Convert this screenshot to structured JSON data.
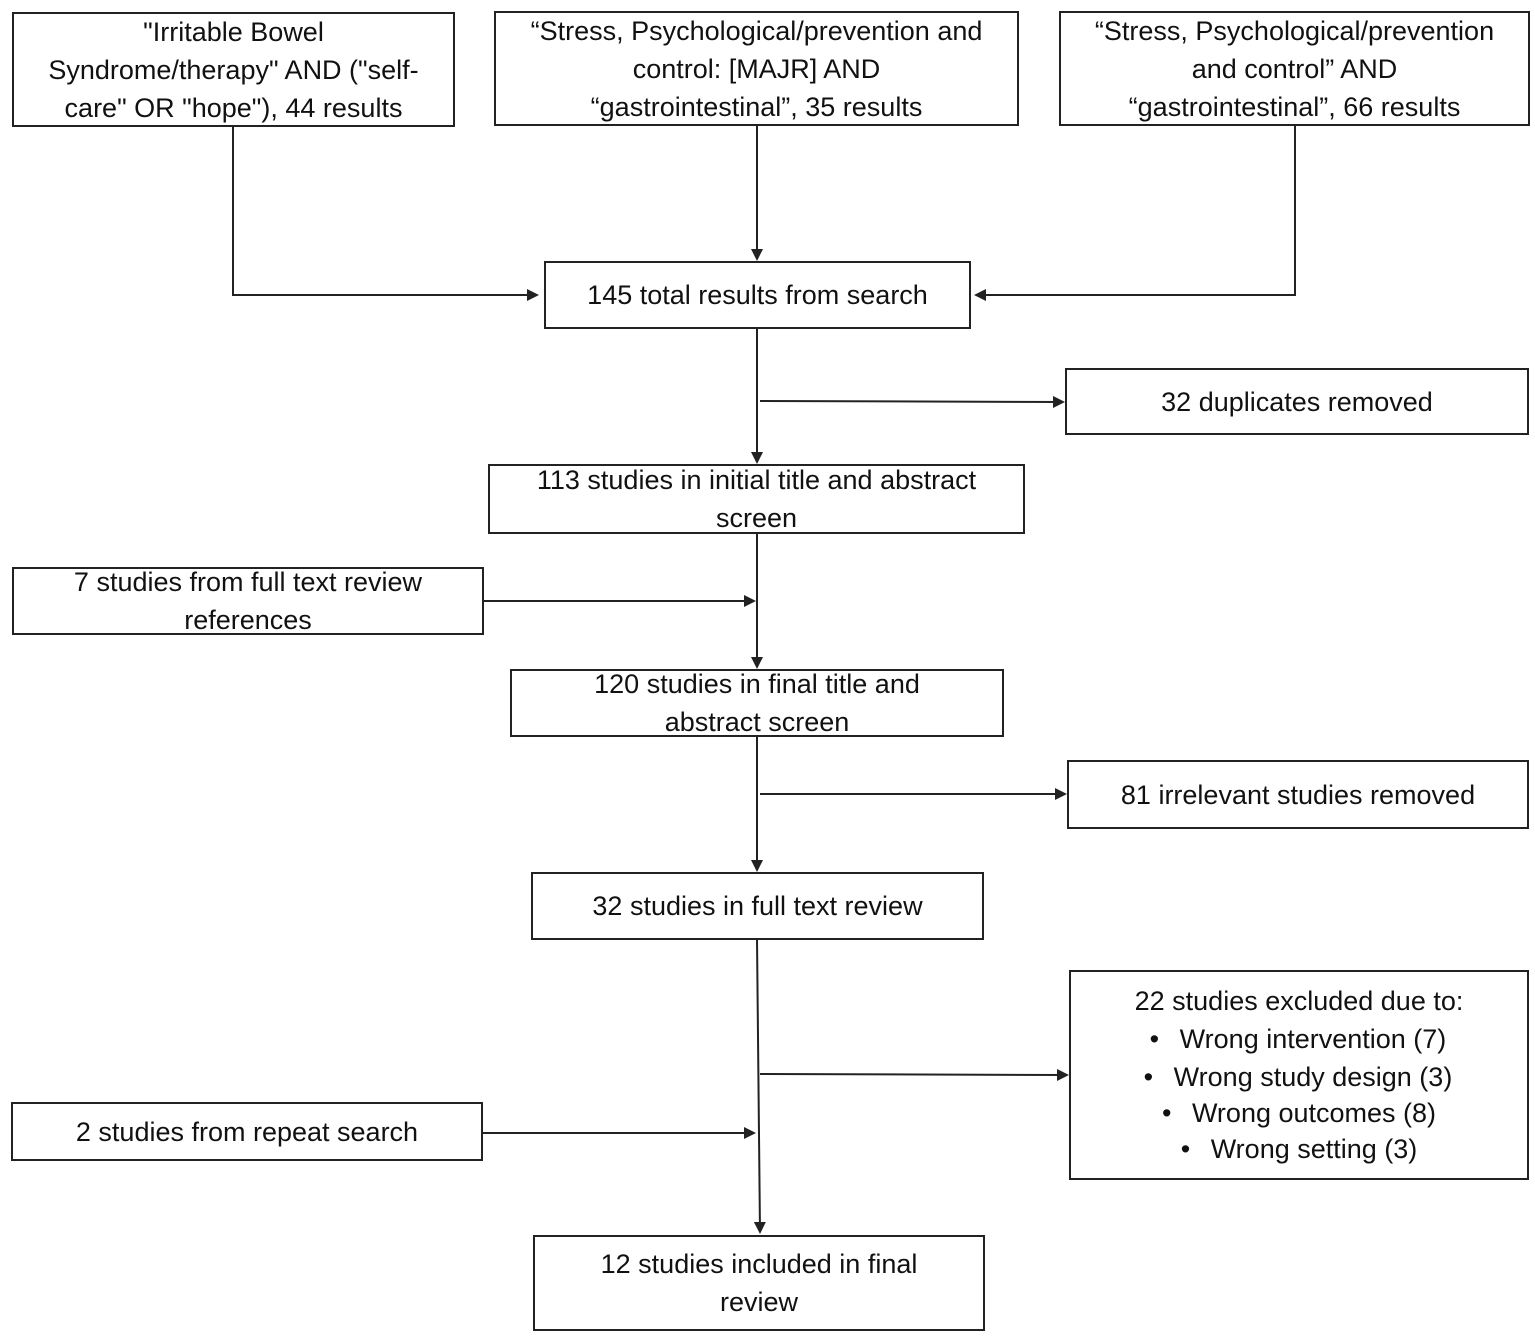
{
  "flowchart": {
    "search_1": "\"Irritable Bowel\nSyndrome/therapy\" AND (\"self-\ncare\" OR \"hope\"), 44 results",
    "search_2": "“Stress, Psychological/prevention and\ncontrol: [MAJR] AND\n“gastrointestinal”, 35 results",
    "search_3": "“Stress, Psychological/prevention\nand control” AND\n“gastrointestinal”, 66 results",
    "total_results": "145 total results from search",
    "duplicates_removed": "32 duplicates removed",
    "initial_screen": "113 studies in initial title and abstract\nscreen",
    "full_text_refs": "7 studies from full text review\nreferences",
    "final_screen": "120 studies in final  title and\nabstract screen",
    "irrelevant_removed": "81 irrelevant studies removed",
    "full_text_review": "32 studies in full text review",
    "excluded": {
      "heading": "22 studies excluded due to:",
      "reasons": [
        "Wrong intervention (7)",
        "Wrong study design (3)",
        "Wrong outcomes (8)",
        "Wrong setting (3)"
      ]
    },
    "repeat_search": "2 studies from repeat search",
    "included": "12 studies included in final\nreview"
  }
}
